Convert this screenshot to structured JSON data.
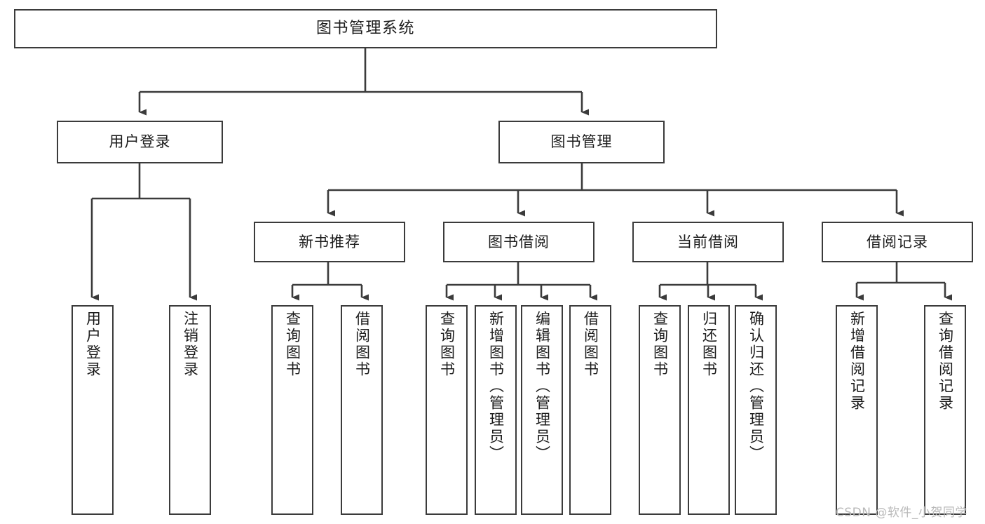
{
  "diagram": {
    "title": "图书管理系统",
    "type": "功能结构图",
    "style": {
      "box_border_color": "#3b3b3b",
      "box_fill_color": "#ffffff",
      "connector_color": "#3b3b3b",
      "text_color": "#1c1c1c",
      "background": "#ffffff"
    }
  },
  "nodes": {
    "root": {
      "label": "图书管理系统"
    },
    "level2": [
      {
        "id": "user-login",
        "label": "用户登录"
      },
      {
        "id": "book-manage",
        "label": "图书管理"
      }
    ],
    "level3": [
      {
        "id": "new-book-recommend",
        "label": "新书推荐"
      },
      {
        "id": "book-borrow",
        "label": "图书借阅"
      },
      {
        "id": "current-borrow",
        "label": "当前借阅"
      },
      {
        "id": "borrow-record",
        "label": "借阅记录"
      }
    ],
    "leaves": {
      "user_login": [
        {
          "id": "leaf-user-login",
          "label": "用户登录"
        },
        {
          "id": "leaf-logout-login",
          "label": "注销登录"
        }
      ],
      "new_book_recommend": [
        {
          "id": "leaf-query-book-1",
          "label": "查询图书"
        },
        {
          "id": "leaf-borrow-book-1",
          "label": "借阅图书"
        }
      ],
      "book_borrow": [
        {
          "id": "leaf-query-book-2",
          "label": "查询图书"
        },
        {
          "id": "leaf-add-book",
          "label": "新增图书（管理员）"
        },
        {
          "id": "leaf-edit-book",
          "label": "编辑图书（管理员）"
        },
        {
          "id": "leaf-borrow-book-2",
          "label": "借阅图书"
        }
      ],
      "current_borrow": [
        {
          "id": "leaf-query-book-3",
          "label": "查询图书"
        },
        {
          "id": "leaf-return-book",
          "label": "归还图书"
        },
        {
          "id": "leaf-confirm-return",
          "label": "确认归还（管理员）"
        }
      ],
      "borrow_record": [
        {
          "id": "leaf-add-borrow-record",
          "label": "新增借阅记录"
        },
        {
          "id": "leaf-query-borrow-record",
          "label": "查询借阅记录"
        }
      ]
    }
  },
  "watermark": {
    "text": "CSDN @软件_小贺同学"
  }
}
